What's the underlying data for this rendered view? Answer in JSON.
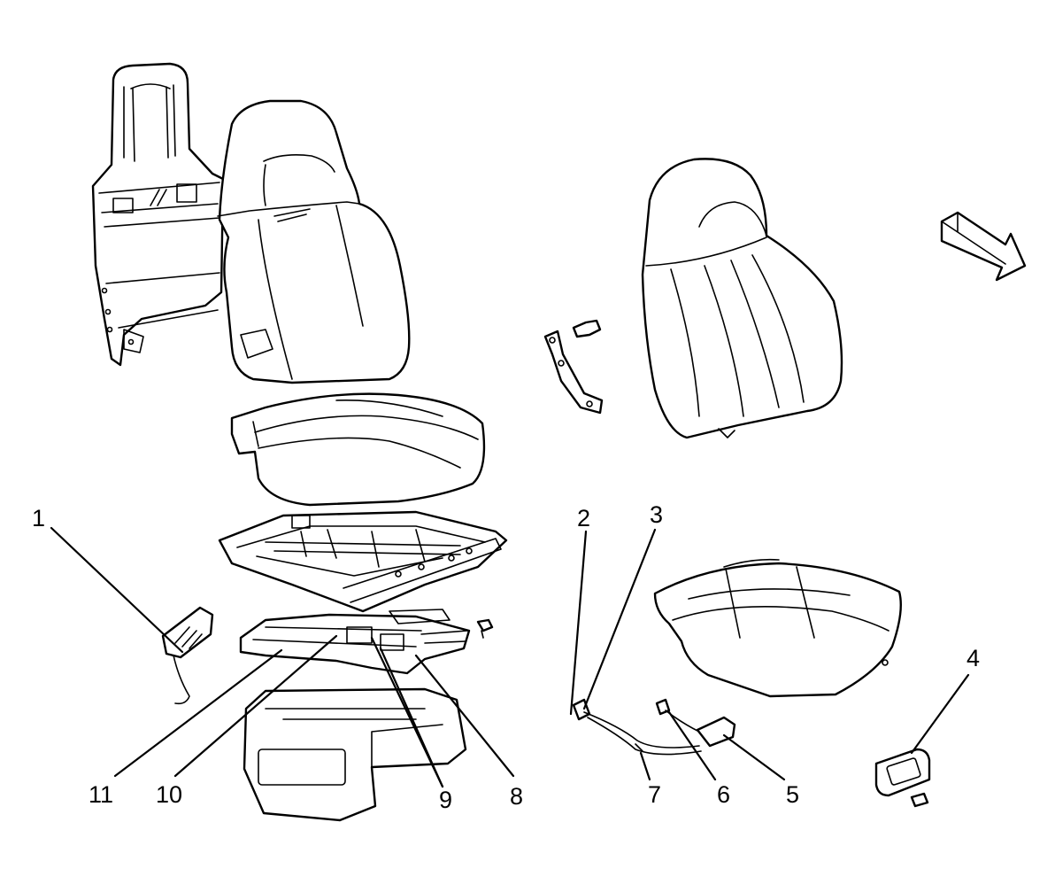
{
  "diagram": {
    "callouts": {
      "c1": "1",
      "c2": "2",
      "c3": "3",
      "c4": "4",
      "c5": "5",
      "c6": "6",
      "c7": "7",
      "c8": "8",
      "c9": "9",
      "c10": "10",
      "c11": "11"
    },
    "colors": {
      "line": "#000000",
      "background": "#ffffff"
    },
    "icons": {
      "orientation": "vehicle-forward-arrow-icon"
    }
  }
}
